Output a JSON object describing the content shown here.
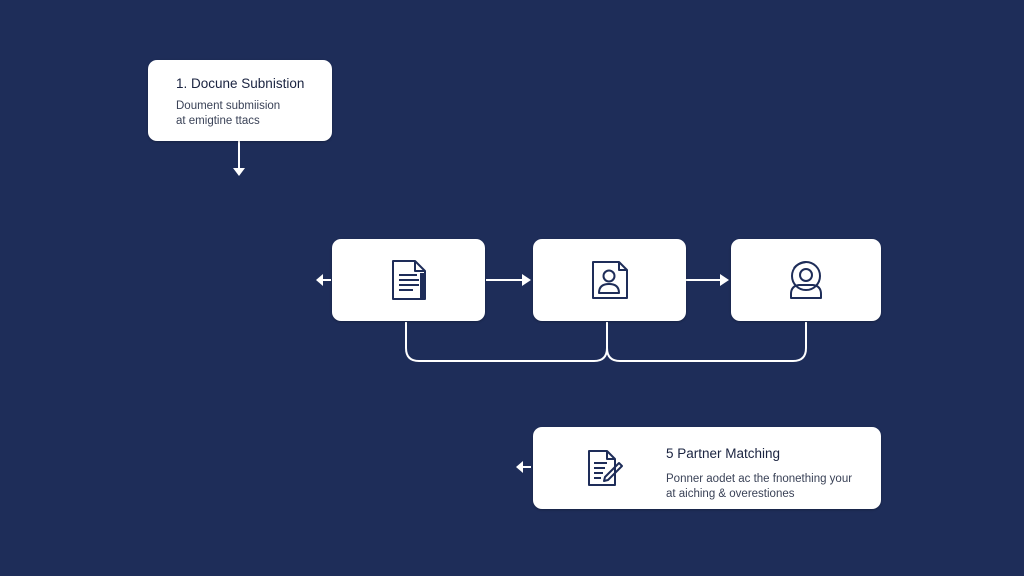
{
  "colors": {
    "background": "#1e2d59",
    "card": "#ffffff",
    "connector": "#ffffff",
    "icon_stroke": "#1e2d59"
  },
  "steps": {
    "step1": {
      "title": "1. Docune Subnistion",
      "desc_line1": "Doument submiision",
      "desc_line2": "at emigtine ttacs"
    },
    "step5": {
      "title": "5 Partner Matching",
      "desc_line1": "Ponner aodet ac the fnonething your",
      "desc_line2": "at aiching & overestiones"
    }
  },
  "icons": {
    "step2": "document-icon",
    "step3": "profile-document-icon",
    "step4": "user-camera-icon",
    "step5": "document-edit-icon"
  }
}
